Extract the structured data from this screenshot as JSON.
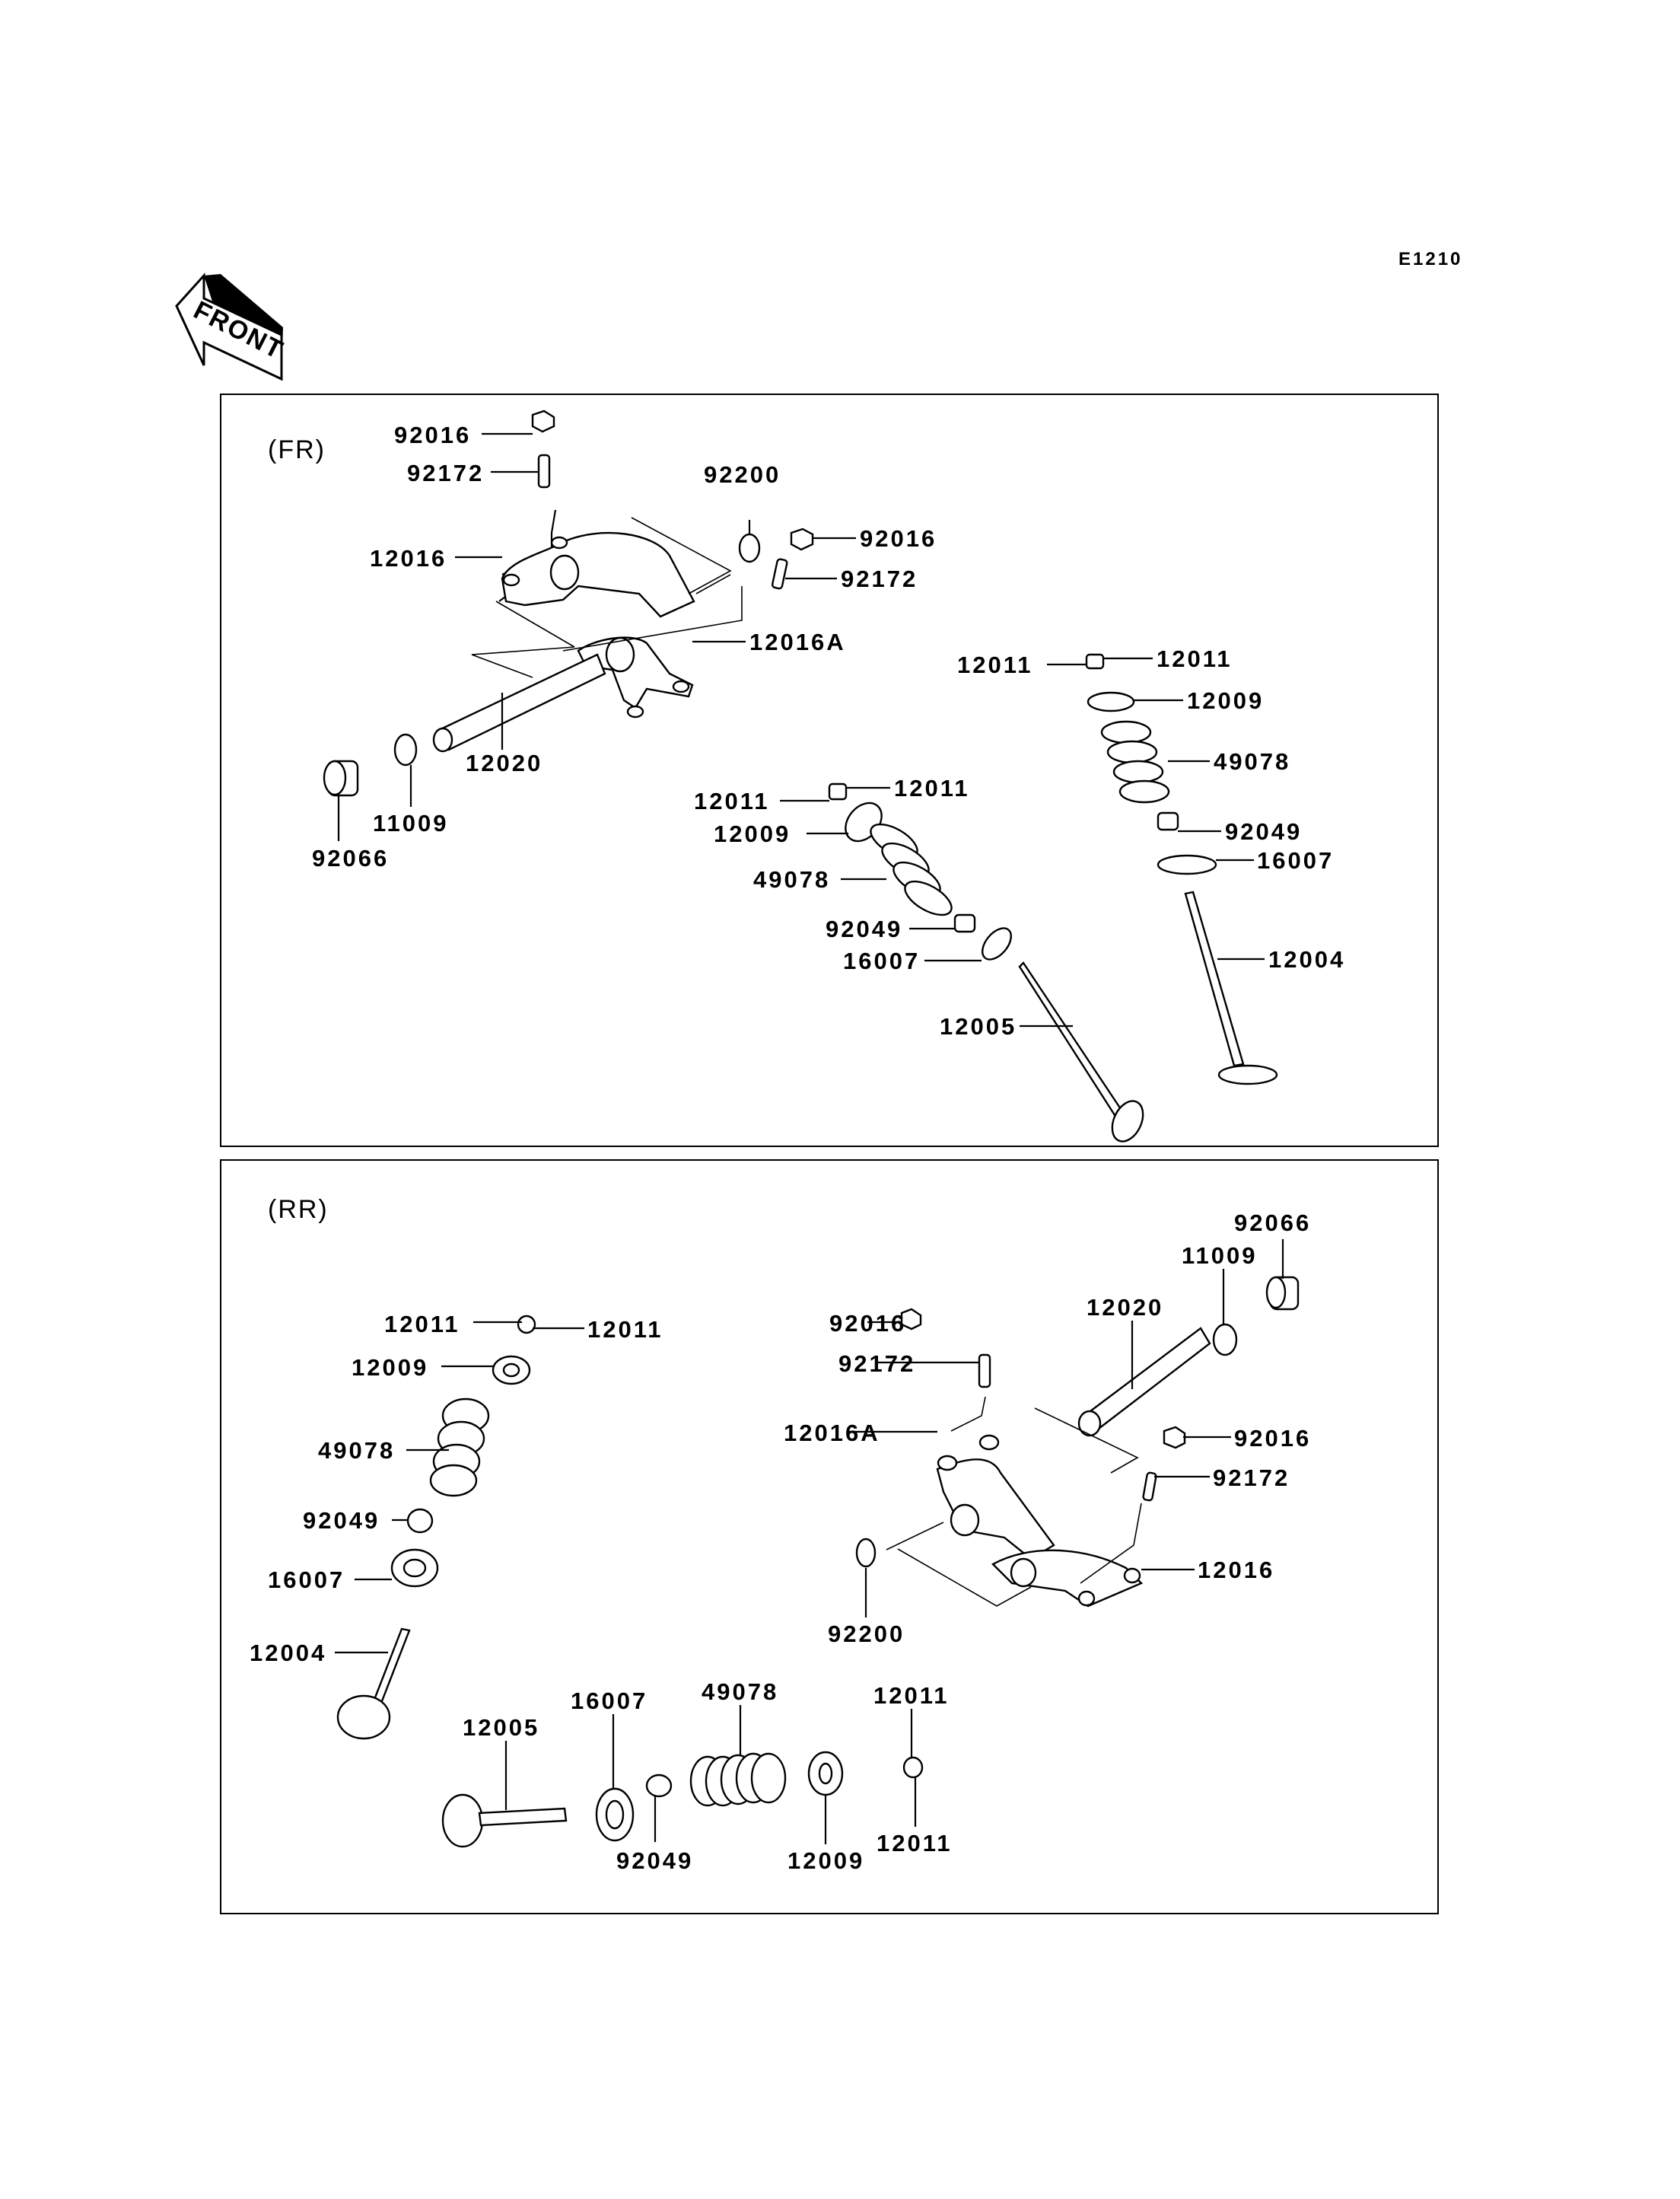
{
  "page": {
    "figure_code": "E1210",
    "front_arrow_label": "FRONT",
    "background": "#ffffff",
    "ink": "#000000"
  },
  "sections": [
    {
      "id": "fr",
      "title": "(FR)",
      "callouts": [
        {
          "id": "fr-92016-a",
          "part_no": "92016",
          "part": "nut"
        },
        {
          "id": "fr-92172-a",
          "part_no": "92172",
          "part": "adjusting screw"
        },
        {
          "id": "fr-12016",
          "part_no": "12016",
          "part": "rocker arm"
        },
        {
          "id": "fr-92200",
          "part_no": "92200",
          "part": "washer"
        },
        {
          "id": "fr-92016-b",
          "part_no": "92016",
          "part": "nut"
        },
        {
          "id": "fr-92172-b",
          "part_no": "92172",
          "part": "adjusting screw"
        },
        {
          "id": "fr-12016A",
          "part_no": "12016A",
          "part": "rocker arm"
        },
        {
          "id": "fr-12020",
          "part_no": "12020",
          "part": "rocker shaft"
        },
        {
          "id": "fr-11009",
          "part_no": "11009",
          "part": "gasket"
        },
        {
          "id": "fr-92066",
          "part_no": "92066",
          "part": "plug"
        },
        {
          "id": "fr-12011-a",
          "part_no": "12011",
          "part": "valve cotter"
        },
        {
          "id": "fr-12011-b",
          "part_no": "12011",
          "part": "valve cotter"
        },
        {
          "id": "fr-12009-a",
          "part_no": "12009",
          "part": "spring retainer"
        },
        {
          "id": "fr-49078-a",
          "part_no": "49078",
          "part": "valve spring"
        },
        {
          "id": "fr-92049-a",
          "part_no": "92049",
          "part": "oil seal"
        },
        {
          "id": "fr-16007-a",
          "part_no": "16007",
          "part": "spring seat"
        },
        {
          "id": "fr-12005",
          "part_no": "12005",
          "part": "exhaust valve"
        },
        {
          "id": "fr-12011-c",
          "part_no": "12011",
          "part": "valve cotter"
        },
        {
          "id": "fr-12011-d",
          "part_no": "12011",
          "part": "valve cotter"
        },
        {
          "id": "fr-12009-b",
          "part_no": "12009",
          "part": "spring retainer"
        },
        {
          "id": "fr-49078-b",
          "part_no": "49078",
          "part": "valve spring"
        },
        {
          "id": "fr-92049-b",
          "part_no": "92049",
          "part": "oil seal"
        },
        {
          "id": "fr-16007-b",
          "part_no": "16007",
          "part": "spring seat"
        },
        {
          "id": "fr-12004",
          "part_no": "12004",
          "part": "intake valve"
        }
      ]
    },
    {
      "id": "rr",
      "title": "(RR)",
      "callouts": [
        {
          "id": "rr-12011-a",
          "part_no": "12011",
          "part": "valve cotter"
        },
        {
          "id": "rr-12011-b",
          "part_no": "12011",
          "part": "valve cotter"
        },
        {
          "id": "rr-12009-a",
          "part_no": "12009",
          "part": "spring retainer"
        },
        {
          "id": "rr-49078-a",
          "part_no": "49078",
          "part": "valve spring"
        },
        {
          "id": "rr-92049-a",
          "part_no": "92049",
          "part": "oil seal"
        },
        {
          "id": "rr-16007-a",
          "part_no": "16007",
          "part": "spring seat"
        },
        {
          "id": "rr-12004",
          "part_no": "12004",
          "part": "intake valve"
        },
        {
          "id": "rr-12005",
          "part_no": "12005",
          "part": "exhaust valve"
        },
        {
          "id": "rr-16007-b",
          "part_no": "16007",
          "part": "spring seat"
        },
        {
          "id": "rr-92049-b",
          "part_no": "92049",
          "part": "oil seal"
        },
        {
          "id": "rr-49078-b",
          "part_no": "49078",
          "part": "valve spring"
        },
        {
          "id": "rr-12009-b",
          "part_no": "12009",
          "part": "spring retainer"
        },
        {
          "id": "rr-12011-c",
          "part_no": "12011",
          "part": "valve cotter"
        },
        {
          "id": "rr-12011-d",
          "part_no": "12011",
          "part": "valve cotter"
        },
        {
          "id": "rr-92016-a",
          "part_no": "92016",
          "part": "nut"
        },
        {
          "id": "rr-92172-a",
          "part_no": "92172",
          "part": "adjusting screw"
        },
        {
          "id": "rr-12016A",
          "part_no": "12016A",
          "part": "rocker arm"
        },
        {
          "id": "rr-92200",
          "part_no": "92200",
          "part": "washer"
        },
        {
          "id": "rr-12020",
          "part_no": "12020",
          "part": "rocker shaft"
        },
        {
          "id": "rr-11009",
          "part_no": "11009",
          "part": "gasket"
        },
        {
          "id": "rr-92066",
          "part_no": "92066",
          "part": "plug"
        },
        {
          "id": "rr-92016-b",
          "part_no": "92016",
          "part": "nut"
        },
        {
          "id": "rr-92172-b",
          "part_no": "92172",
          "part": "adjusting screw"
        },
        {
          "id": "rr-12016",
          "part_no": "12016",
          "part": "rocker arm"
        }
      ]
    }
  ]
}
